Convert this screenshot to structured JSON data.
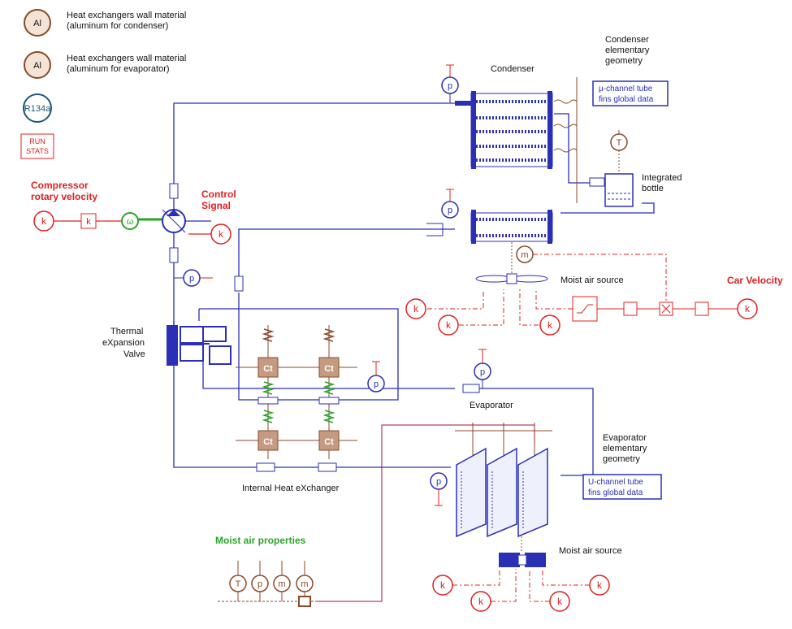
{
  "materials": [
    {
      "symbol": "Al",
      "line1": "Heat exchangers wall material",
      "line2": "(aluminum for condenser)"
    },
    {
      "symbol": "Al",
      "line1": "Heat exchangers wall material",
      "line2": "(aluminum for evaporator)"
    }
  ],
  "refrigerant": "R134a",
  "run_stats": {
    "line1": "RUN",
    "line2": "STATS"
  },
  "compressor": {
    "title_line1": "Compressor",
    "title_line2": "rotary velocity"
  },
  "control_signal": {
    "line1": "Control",
    "line2": "Signal"
  },
  "condenser": {
    "label": "Condenser",
    "geo_line1": "Condenser",
    "geo_line2": "elementary",
    "geo_line3": "geometry",
    "box_line1": "µ-channel tube",
    "box_line2": "fins global data"
  },
  "bottle": {
    "line1": "Integrated",
    "line2": "bottle"
  },
  "moist_air_source_top": "Moist air source",
  "car_velocity": "Car Velocity",
  "txv": {
    "line1": "Thermal",
    "line2": "eXpansion",
    "line3": "Valve"
  },
  "evaporator": {
    "label": "Evaporator",
    "geo_line1": "Evaporator",
    "geo_line2": "elementary",
    "geo_line3": "geometry",
    "box_line1": "U-channel tube",
    "box_line2": "fins global data"
  },
  "ihx": "Internal Heat eXchanger",
  "moist_air_properties": "Moist air properties",
  "moist_air_source_bottom": "Moist air source",
  "ct_label": "Ct",
  "sensor_letters": {
    "k": "k",
    "p": "p",
    "T": "T",
    "m": "m",
    "omega": "ω"
  },
  "colors": {
    "blue": "#2b2fb5",
    "red": "#e02020",
    "brown": "#8a4a2a",
    "green": "#2aa52a",
    "teal": "#1d5a78",
    "darkred": "#9b1a3a"
  }
}
